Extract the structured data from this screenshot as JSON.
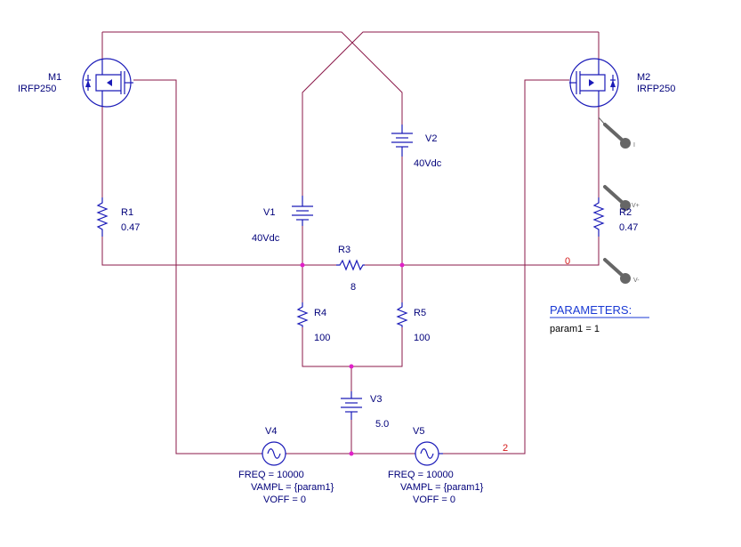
{
  "components": {
    "m1": {
      "ref": "M1",
      "part": "IRFP250"
    },
    "m2": {
      "ref": "M2",
      "part": "IRFP250"
    },
    "r1": {
      "ref": "R1",
      "value": "0.47"
    },
    "r2": {
      "ref": "R2",
      "value": "0.47"
    },
    "r3": {
      "ref": "R3",
      "value": "8"
    },
    "r4": {
      "ref": "R4",
      "value": "100"
    },
    "r5": {
      "ref": "R5",
      "value": "100"
    },
    "v1": {
      "ref": "V1",
      "value": "40Vdc"
    },
    "v2": {
      "ref": "V2",
      "value": "40Vdc"
    },
    "v3": {
      "ref": "V3",
      "value": "5.0"
    },
    "v4": {
      "ref": "V4",
      "freq": "FREQ = 10000",
      "vampl": "VAMPL = {param1}",
      "voff": "VOFF = 0"
    },
    "v5": {
      "ref": "V5",
      "freq": "FREQ = 10000",
      "vampl": "VAMPL = {param1}",
      "voff": "VOFF = 0"
    }
  },
  "nets": {
    "n0": "0",
    "n2": "2"
  },
  "probes": {
    "current": "I",
    "vplus": "V+",
    "vminus": "V-"
  },
  "parameters": {
    "title": "PARAMETERS:",
    "param1": "param1 = 1"
  },
  "colors": {
    "wire": "#8b1a4a",
    "component": "#1a1ab8",
    "label": "#00007a",
    "net": "#d41a1a",
    "junction": "#e020c8"
  }
}
